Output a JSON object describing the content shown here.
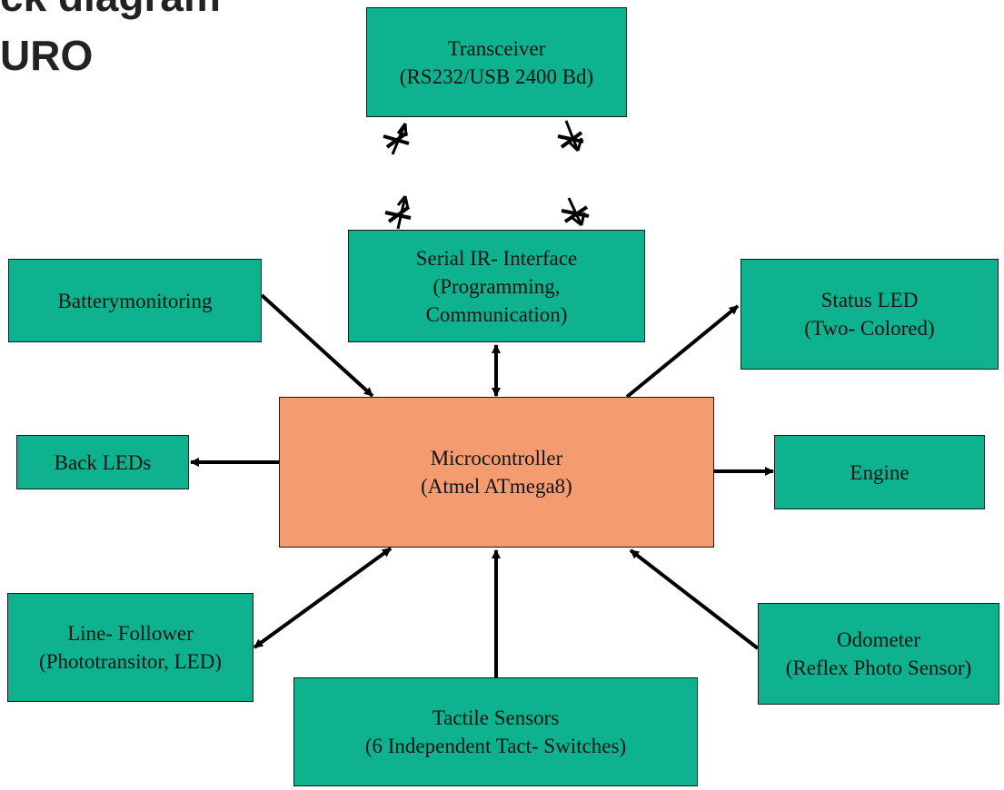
{
  "header": {
    "title_line1": "ck diagram",
    "title_line2": "URO"
  },
  "colors": {
    "block": "#0eb28f",
    "mcu": "#f59b70",
    "line": "#000000"
  },
  "blocks": {
    "transceiver": {
      "line1": "Transceiver",
      "line2": "(RS232/USB 2400 Bd)"
    },
    "serial_ir": {
      "line1": "Serial IR- Interface",
      "line2": "(Programming,",
      "line3": "Communication)"
    },
    "battery": {
      "line1": "Batterymonitoring"
    },
    "status_led": {
      "line1": "Status LED",
      "line2": "(Two- Colored)"
    },
    "mcu": {
      "line1": "Microcontroller",
      "line2": "(Atmel ATmega8)"
    },
    "back_leds": {
      "line1": "Back LEDs"
    },
    "engine": {
      "line1": "Engine"
    },
    "line_follower": {
      "line1": "Line- Follower",
      "line2": "(Phototransitor, LED)"
    },
    "tactile": {
      "line1": "Tactile Sensors",
      "line2": "(6 Independent Tact- Switches)"
    },
    "odometer": {
      "line1": "Odometer",
      "line2": "(Reflex Photo Sensor)"
    }
  }
}
